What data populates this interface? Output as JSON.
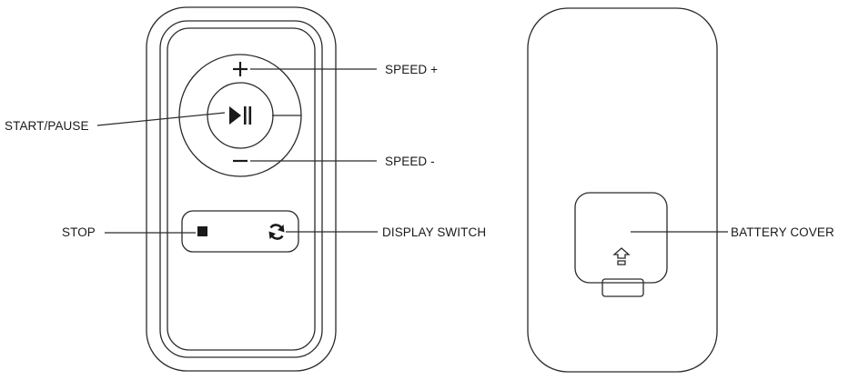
{
  "labels": {
    "speed_plus": "SPEED +",
    "start_pause": "START/PAUSE",
    "speed_minus": "SPEED -",
    "stop": "STOP",
    "display_switch": "DISPLAY SWITCH",
    "battery_cover": "BATTERY COVER"
  },
  "icons": {
    "plus": "plus-icon",
    "minus": "minus-icon",
    "play_pause": "play-pause-icon",
    "stop": "stop-icon",
    "display_switch": "refresh-icon",
    "battery_cover_arrow": "up-arrow-icon"
  },
  "colors": {
    "line": "#2a2a2a",
    "background": "#ffffff"
  }
}
